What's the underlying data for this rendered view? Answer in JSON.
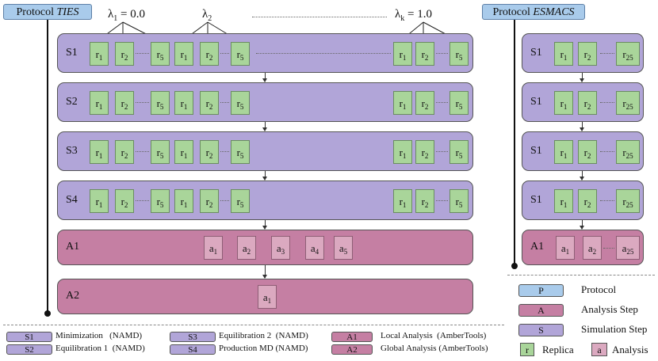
{
  "ties": {
    "protocol_label": "Protocol",
    "protocol_name": "TIES",
    "lambdas": [
      {
        "sym": "λ",
        "sub": "1",
        "val": "= 0.0"
      },
      {
        "sym": "λ",
        "sub": "2",
        "val": ""
      },
      {
        "sym": "λ",
        "sub": "k",
        "val": "= 1.0"
      }
    ],
    "steps": [
      "S1",
      "S2",
      "S3",
      "S4"
    ],
    "replicas": [
      [
        "r",
        "1"
      ],
      [
        "r",
        "2"
      ],
      [
        "r",
        "5"
      ]
    ],
    "analysis_steps": [
      "A1",
      "A2"
    ],
    "a1_items": [
      [
        "a",
        "1"
      ],
      [
        "a",
        "2"
      ],
      [
        "a",
        "3"
      ],
      [
        "a",
        "4"
      ],
      [
        "a",
        "5"
      ]
    ],
    "a2_items": [
      [
        "a",
        "1"
      ]
    ]
  },
  "esmacs": {
    "protocol_label": "Protocol",
    "protocol_name": "ESMACS",
    "steps": [
      "S1",
      "S1",
      "S1",
      "S1"
    ],
    "replicas": [
      [
        "r",
        "1"
      ],
      [
        "r",
        "2"
      ],
      [
        "r",
        "25"
      ]
    ],
    "analysis_step": "A1",
    "a_items": [
      [
        "a",
        "1"
      ],
      [
        "a",
        "2"
      ],
      [
        "a",
        "25"
      ]
    ]
  },
  "legend_bottom": [
    {
      "key": "S1",
      "text": "Minimization   (NAMD)",
      "kind": "sim"
    },
    {
      "key": "S2",
      "text": "Equilibration 1  (NAMD)",
      "kind": "sim"
    },
    {
      "key": "S3",
      "text": "Equilibration 2  (NAMD)",
      "kind": "sim"
    },
    {
      "key": "S4",
      "text": "Production MD (NAMD)",
      "kind": "sim"
    },
    {
      "key": "A1",
      "text": "Local Analysis  (AmberTools)",
      "kind": "ana"
    },
    {
      "key": "A2",
      "text": "Global Analysis (AmberTools)",
      "kind": "ana"
    }
  ],
  "legend_right": {
    "protocol": {
      "key": "P",
      "text": "Protocol"
    },
    "analysis_step": {
      "key": "A",
      "text": "Analysis Step"
    },
    "simulation_step": {
      "key": "S",
      "text": "Simulation Step"
    },
    "replica": {
      "key": "r",
      "text": "Replica"
    },
    "analysis": {
      "key": "a",
      "text": "Analysis"
    }
  },
  "colors": {
    "protocol": "#a9cbeb",
    "simulation": "#b1a5d8",
    "analysis_step": "#c57fa3",
    "replica": "#a9d59a",
    "analysis_item": "#dba9c0"
  }
}
